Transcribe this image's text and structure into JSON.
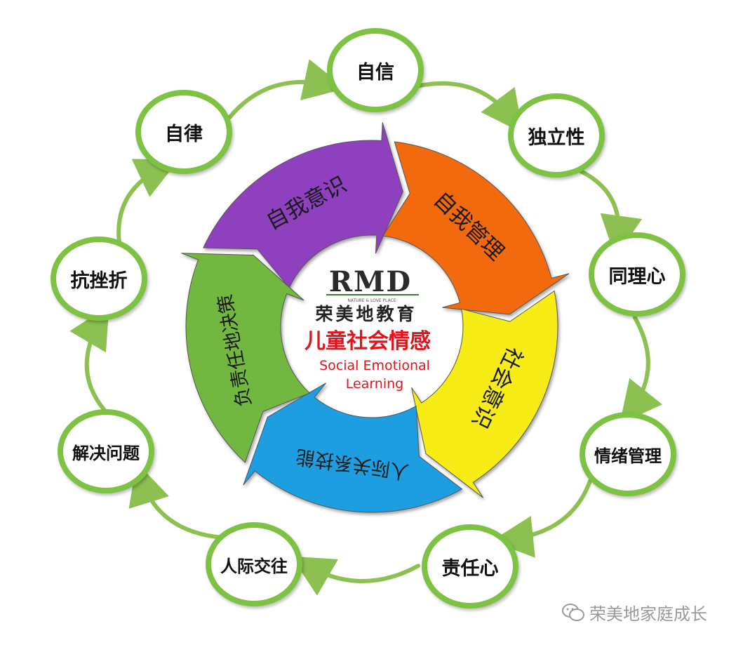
{
  "outer_ring": {
    "items": [
      {
        "label": "自信"
      },
      {
        "label": "独立性"
      },
      {
        "label": "同理心"
      },
      {
        "label": "情绪管理"
      },
      {
        "label": "责任心"
      },
      {
        "label": "人际交往"
      },
      {
        "label": "解决问题"
      },
      {
        "label": "抗挫折"
      },
      {
        "label": "自律"
      }
    ],
    "color": "#7dc242"
  },
  "inner_cycle": {
    "segments": [
      {
        "label": "自我意识",
        "color": "#8e3fbf"
      },
      {
        "label": "自我管理",
        "color": "#f26a0f"
      },
      {
        "label": "社会意识",
        "color": "#f7ec14"
      },
      {
        "label": "人际关系技能",
        "color": "#1a9ee0"
      },
      {
        "label": "负责任地决策",
        "color": "#72b73f"
      }
    ]
  },
  "center": {
    "logo_text": "RMD",
    "logo_tagline": "NATURE & LOVE PLACE",
    "brand_name": "荣美地教育",
    "title_cn": "儿童社会情感",
    "title_en_1": "Social Emotional",
    "title_en_2": "Learning",
    "title_color": "#e1141c"
  },
  "watermark": {
    "text": "荣美地家庭成长"
  }
}
